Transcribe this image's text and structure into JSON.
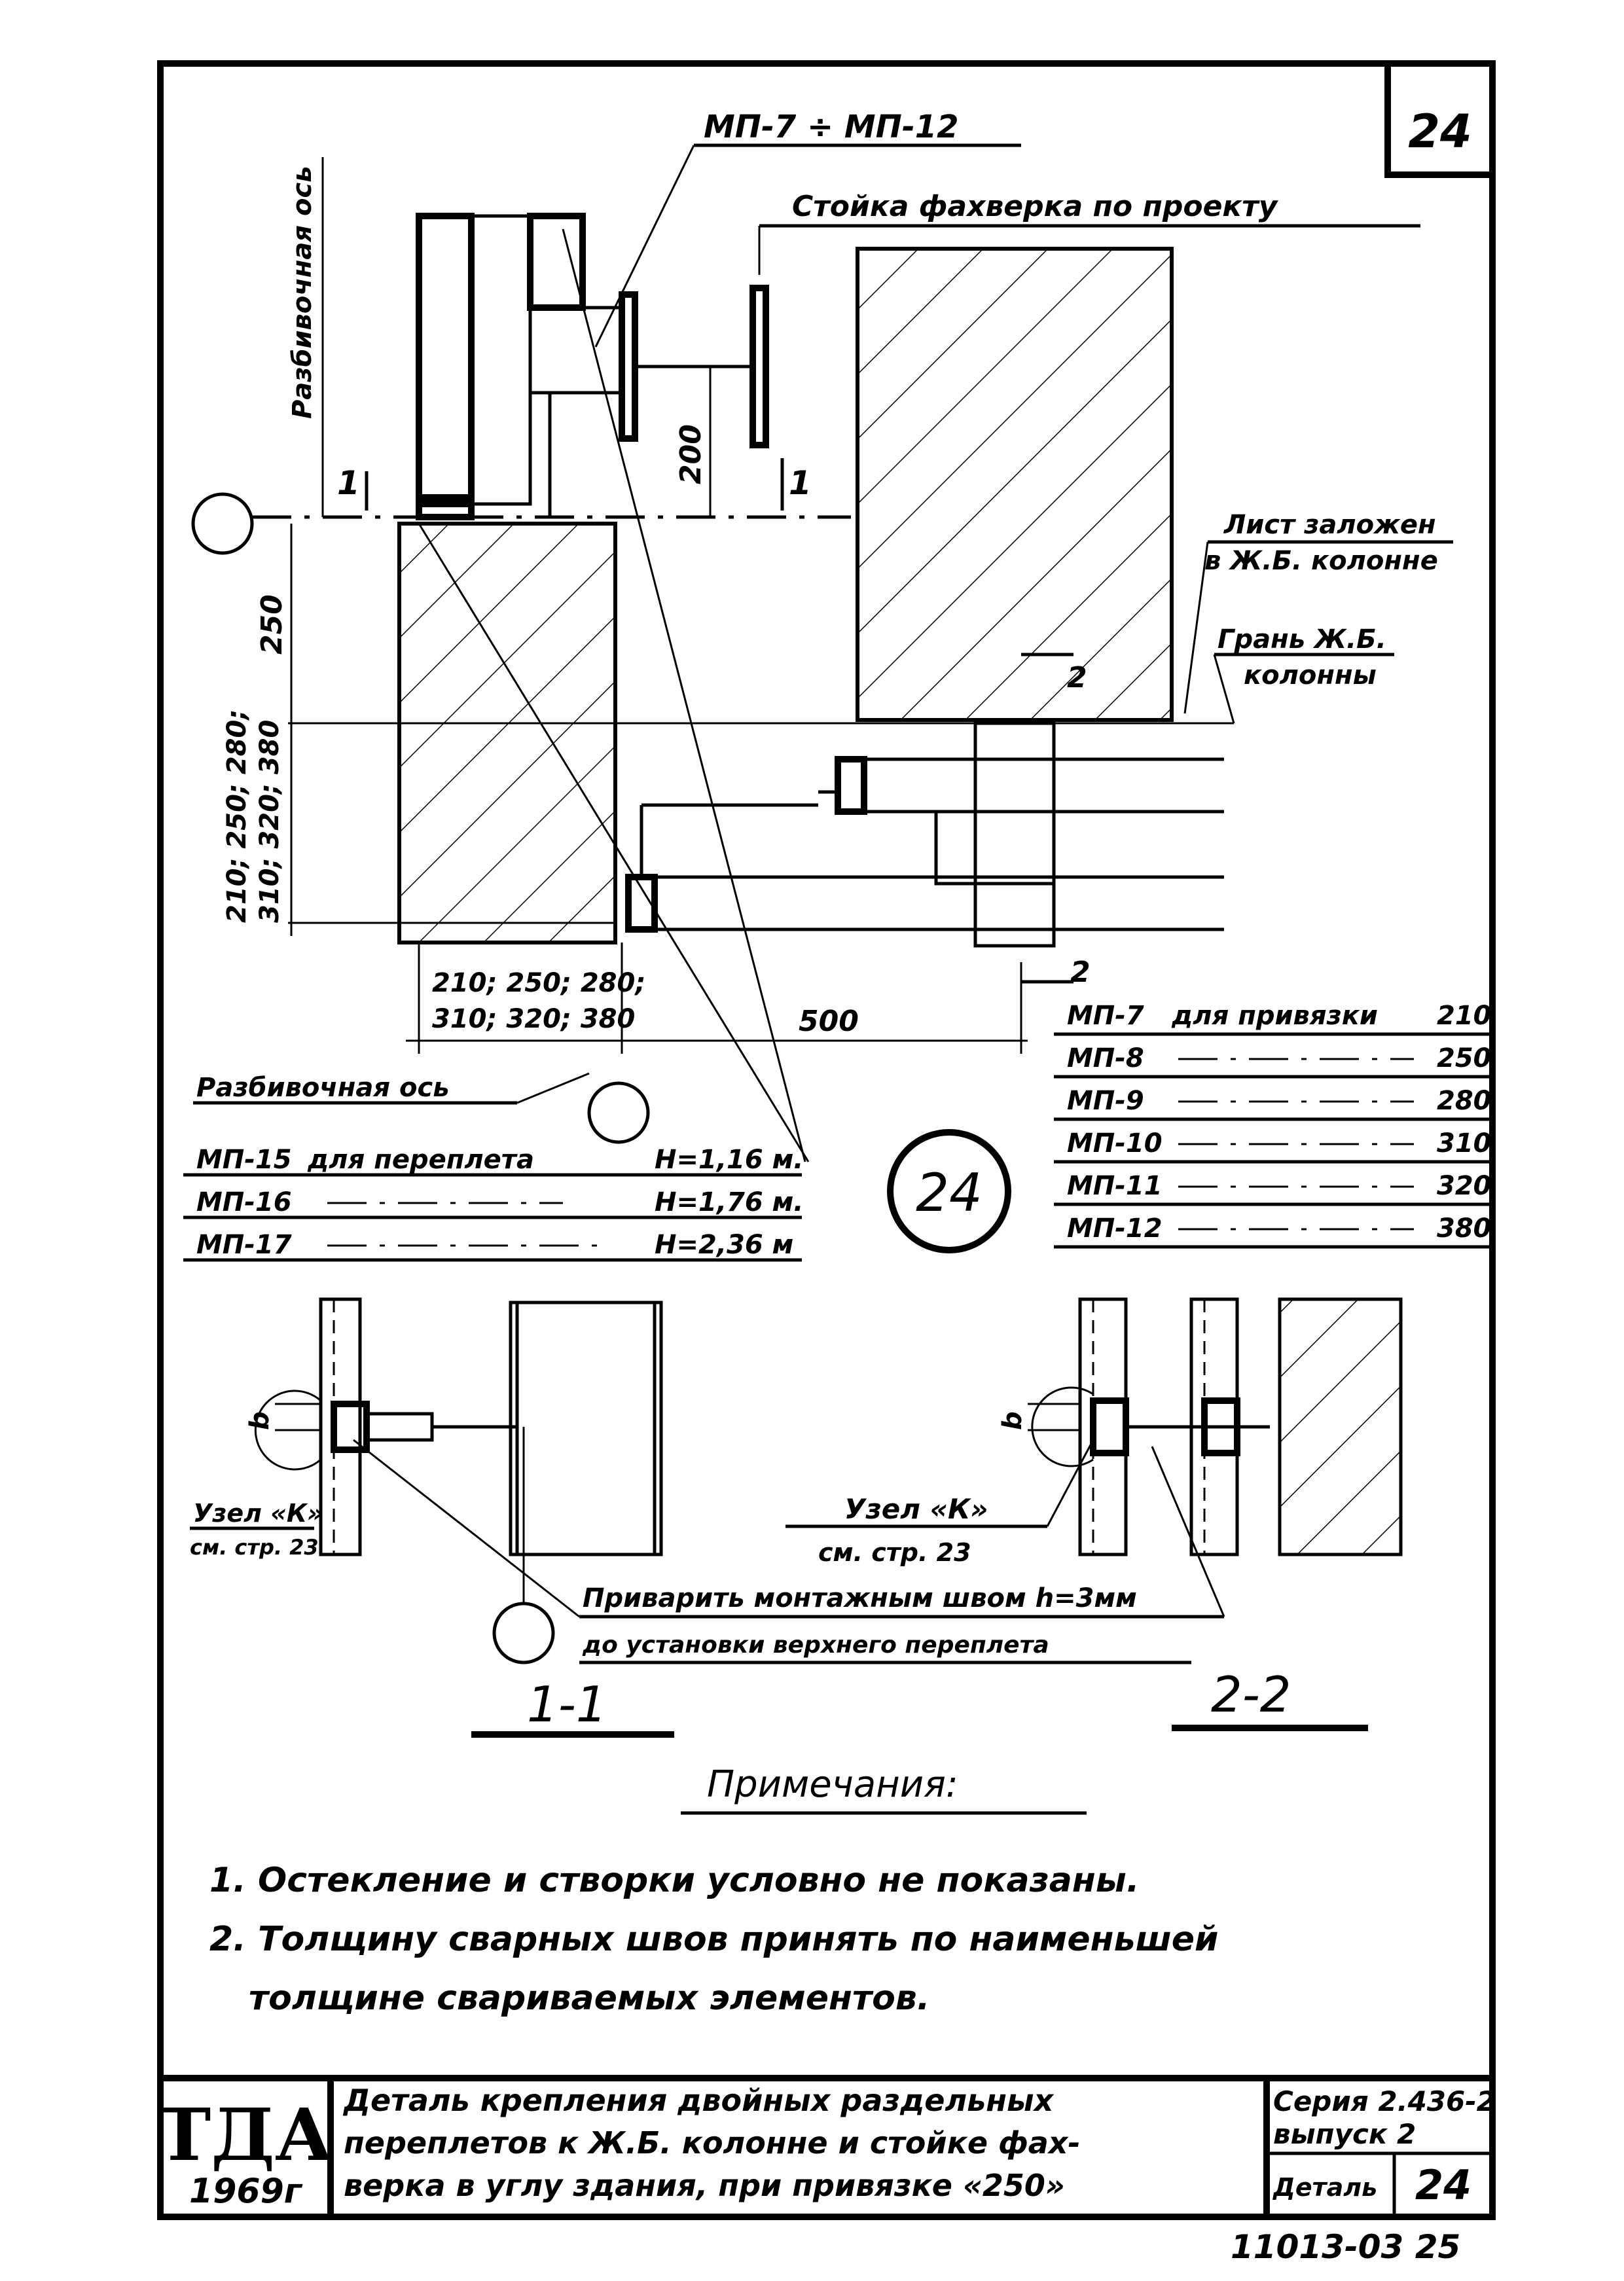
{
  "sheet": {
    "page_number": "24",
    "detail_circle": "24",
    "bottom_mark": "11013-03  25"
  },
  "labels": {
    "top_leader": "МП-7 ÷ МП-12",
    "facade_post": "Стойка фахверка по проекту",
    "axis_top": "Разбивочная ось",
    "axis_bottom": "Разбивочная ось",
    "embedded_sheet_1": "Лист заложен",
    "embedded_sheet_2": "в Ж.Б. колонне",
    "column_face_1": "Грань Ж.Б.",
    "column_face_2": "колонны",
    "section_mark_1a": "1",
    "section_mark_1b": "1",
    "section_mark_2a": "2",
    "section_mark_2b": "2"
  },
  "dimensions": {
    "d200": "200",
    "d250": "250",
    "vert_1": "210; 250; 280;",
    "vert_2": "310; 320; 380",
    "horiz_1": "210; 250; 280;",
    "horiz_2": "310; 320; 380",
    "d500": "500",
    "weld_b_1": "b",
    "weld_b_2": "b"
  },
  "left_table": [
    {
      "mark": "МП-15",
      "text": "для переплета",
      "height": "Н=1,16 м."
    },
    {
      "mark": "МП-16",
      "text": "",
      "height": "Н=1,76 м."
    },
    {
      "mark": "МП-17",
      "text": "",
      "height": "Н=2,36 м"
    }
  ],
  "right_table": [
    {
      "mark": "МП-7",
      "text": "для привязки",
      "value": "210"
    },
    {
      "mark": "МП-8",
      "text": "",
      "value": "250"
    },
    {
      "mark": "МП-9",
      "text": "",
      "value": "280"
    },
    {
      "mark": "МП-10",
      "text": "",
      "value": "310"
    },
    {
      "mark": "МП-11",
      "text": "",
      "value": "320"
    },
    {
      "mark": "МП-12",
      "text": "",
      "value": "380"
    }
  ],
  "sections": {
    "node_left_1": "Узел «К»",
    "node_left_2": "см. стр. 23",
    "node_right_1": "Узел «К»",
    "node_right_2": "см. стр. 23",
    "weld_note_1": "Приварить монтажным швом h=3мм",
    "weld_note_2": "до установки верхнего переплета",
    "section_1": "1-1",
    "section_2": "2-2"
  },
  "notes": {
    "title": "Примечания:",
    "n1": "1. Остекление и створки условно не показаны.",
    "n2a": "2. Толщину сварных швов принять по наименьшей",
    "n2b": "толщине свариваемых элементов."
  },
  "title_block": {
    "logo": "ТДА",
    "year": "1969г",
    "desc_1": "Деталь крепления двойных раздельных",
    "desc_2": "переплетов к Ж.Б. колонне и стойке фах-",
    "desc_3": "верка в углу здания, при привязке «250»",
    "series_1": "Серия 2.436-2",
    "series_2": "выпуск 2",
    "detail_label": "Деталь",
    "detail_no": "24"
  }
}
